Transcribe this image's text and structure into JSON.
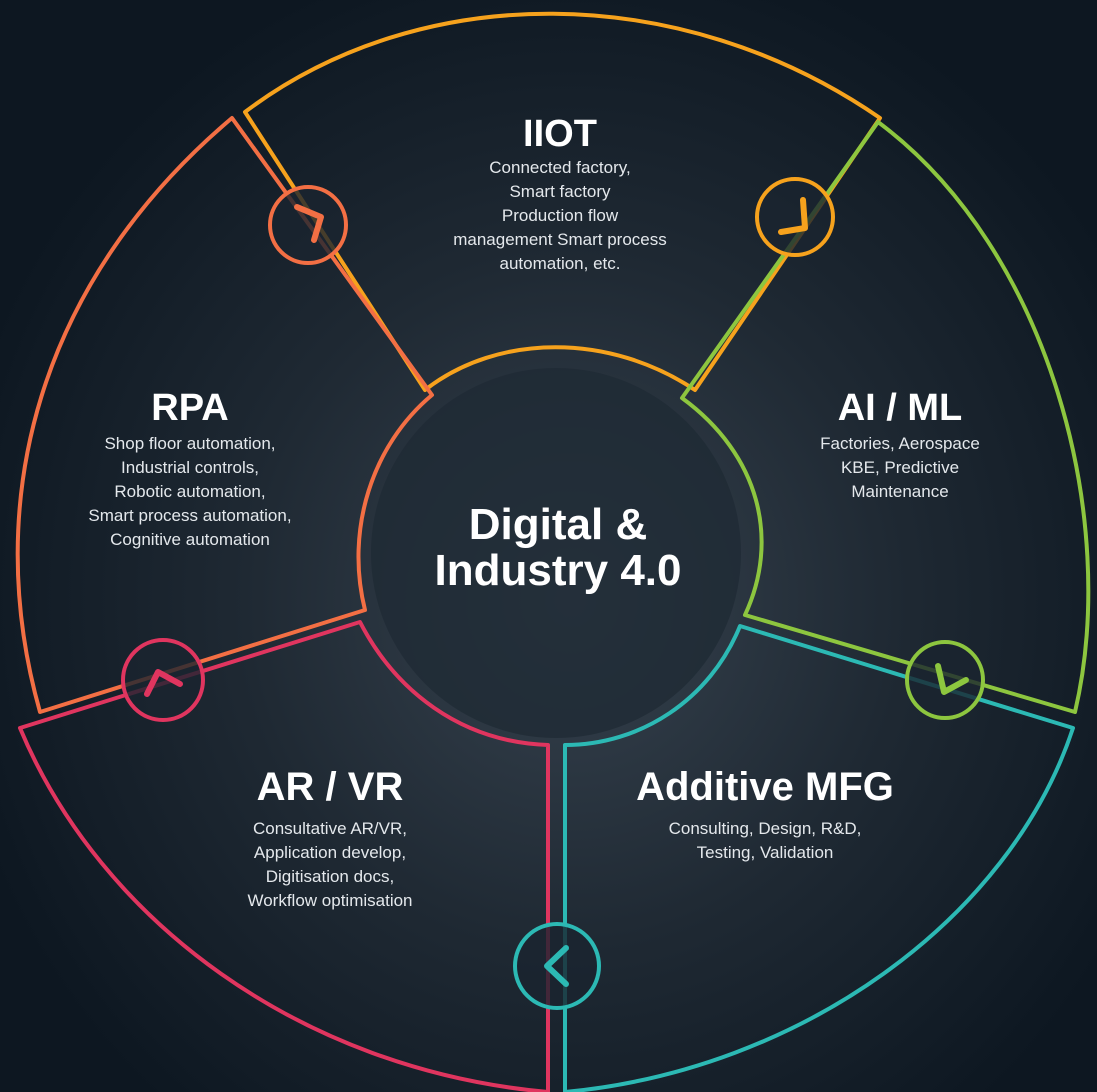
{
  "center": {
    "line1": "Digital &",
    "line2": "Industry 4.0"
  },
  "segments": {
    "iiot": {
      "title": "IIOT",
      "lines": [
        "Connected factory,",
        "Smart factory",
        "Production flow",
        "management Smart process",
        "automation, etc."
      ],
      "color": "#f6a21d"
    },
    "rpa": {
      "title": "RPA",
      "lines": [
        "Shop floor automation,",
        "Industrial controls,",
        "Robotic automation,",
        "Smart process automation,",
        "Cognitive automation"
      ],
      "color": "#f36f44"
    },
    "aiml": {
      "title": "AI / ML",
      "lines": [
        "Factories, Aerospace",
        "KBE, Predictive",
        "Maintenance"
      ],
      "color": "#8dc63f"
    },
    "arvr": {
      "title": "AR / VR",
      "lines": [
        "Consultative AR/VR,",
        "Application develop,",
        "Digitisation docs,",
        "Workflow optimisation"
      ],
      "color": "#e0355f"
    },
    "amfg": {
      "title": "Additive MFG",
      "lines": [
        "Consulting, Design, R&D,",
        "Testing, Validation"
      ],
      "color": "#2cb9b4"
    }
  },
  "connector_icons": [
    "chevron-right-icon",
    "chevron-down-icon",
    "chevron-down-left-icon",
    "chevron-left-icon",
    "chevron-up-icon"
  ]
}
